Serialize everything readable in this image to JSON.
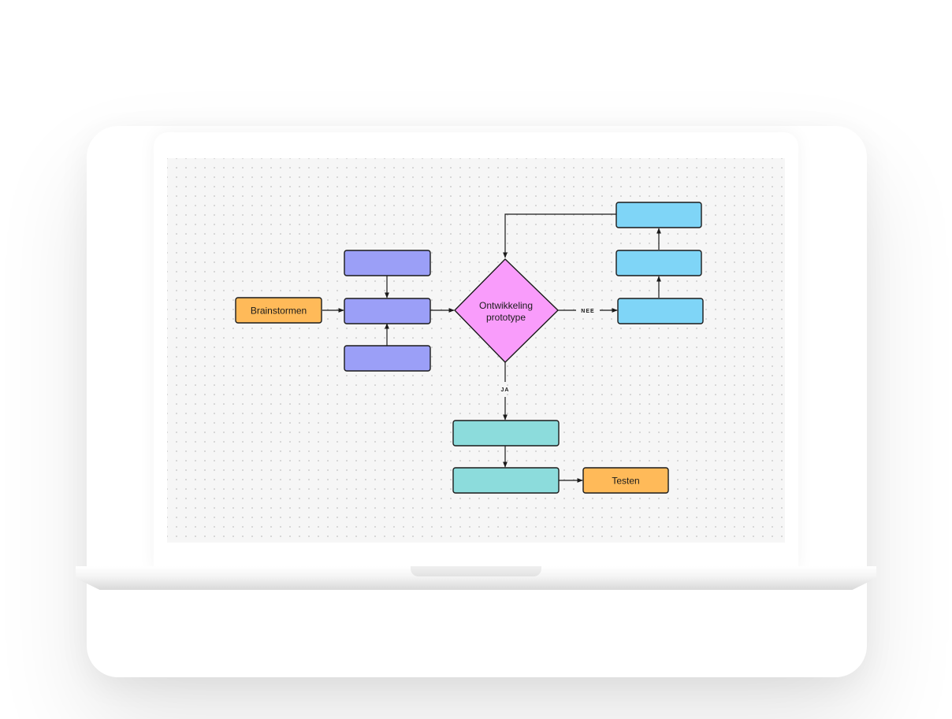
{
  "colors": {
    "orange": "#ffba59",
    "purple": "#9b9ff7",
    "pink": "#f99cfb",
    "light_blue": "#7fd5f7",
    "teal": "#8cdcdc",
    "canvas": "#f6f6f6"
  },
  "nodes": {
    "brainstormen": {
      "label": "Brainstormen"
    },
    "purple_top": {
      "label": ""
    },
    "purple_mid": {
      "label": ""
    },
    "purple_bottom": {
      "label": ""
    },
    "decision": {
      "label_line1": "Ontwikkeling",
      "label_line2": "prototype"
    },
    "blue_bottom": {
      "label": ""
    },
    "blue_mid": {
      "label": ""
    },
    "blue_top": {
      "label": ""
    },
    "teal_top": {
      "label": ""
    },
    "teal_bottom": {
      "label": ""
    },
    "testen": {
      "label": "Testen"
    }
  },
  "edge_labels": {
    "no": "NEE",
    "yes": "JA"
  }
}
